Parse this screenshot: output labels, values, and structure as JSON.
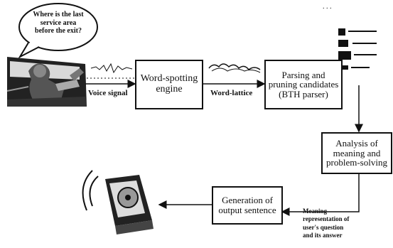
{
  "bubble": {
    "line1": "Where is the last",
    "line2": "service area",
    "line3": "before the exit?"
  },
  "boxes": {
    "word_spotting": [
      "Word-spotting",
      "engine"
    ],
    "parsing": [
      "Parsing and",
      "pruning candidates",
      "(BTH parser)"
    ],
    "analysis": [
      "Analysis of",
      "meaning and",
      "problem-solving"
    ],
    "generation": [
      "Generation of",
      "output sentence"
    ]
  },
  "labels": {
    "voice_signal": "Voice signal",
    "word_lattice": "Word-lattice",
    "meaning": [
      "Meaning",
      "representation of",
      "user's question",
      "and its answer"
    ]
  }
}
